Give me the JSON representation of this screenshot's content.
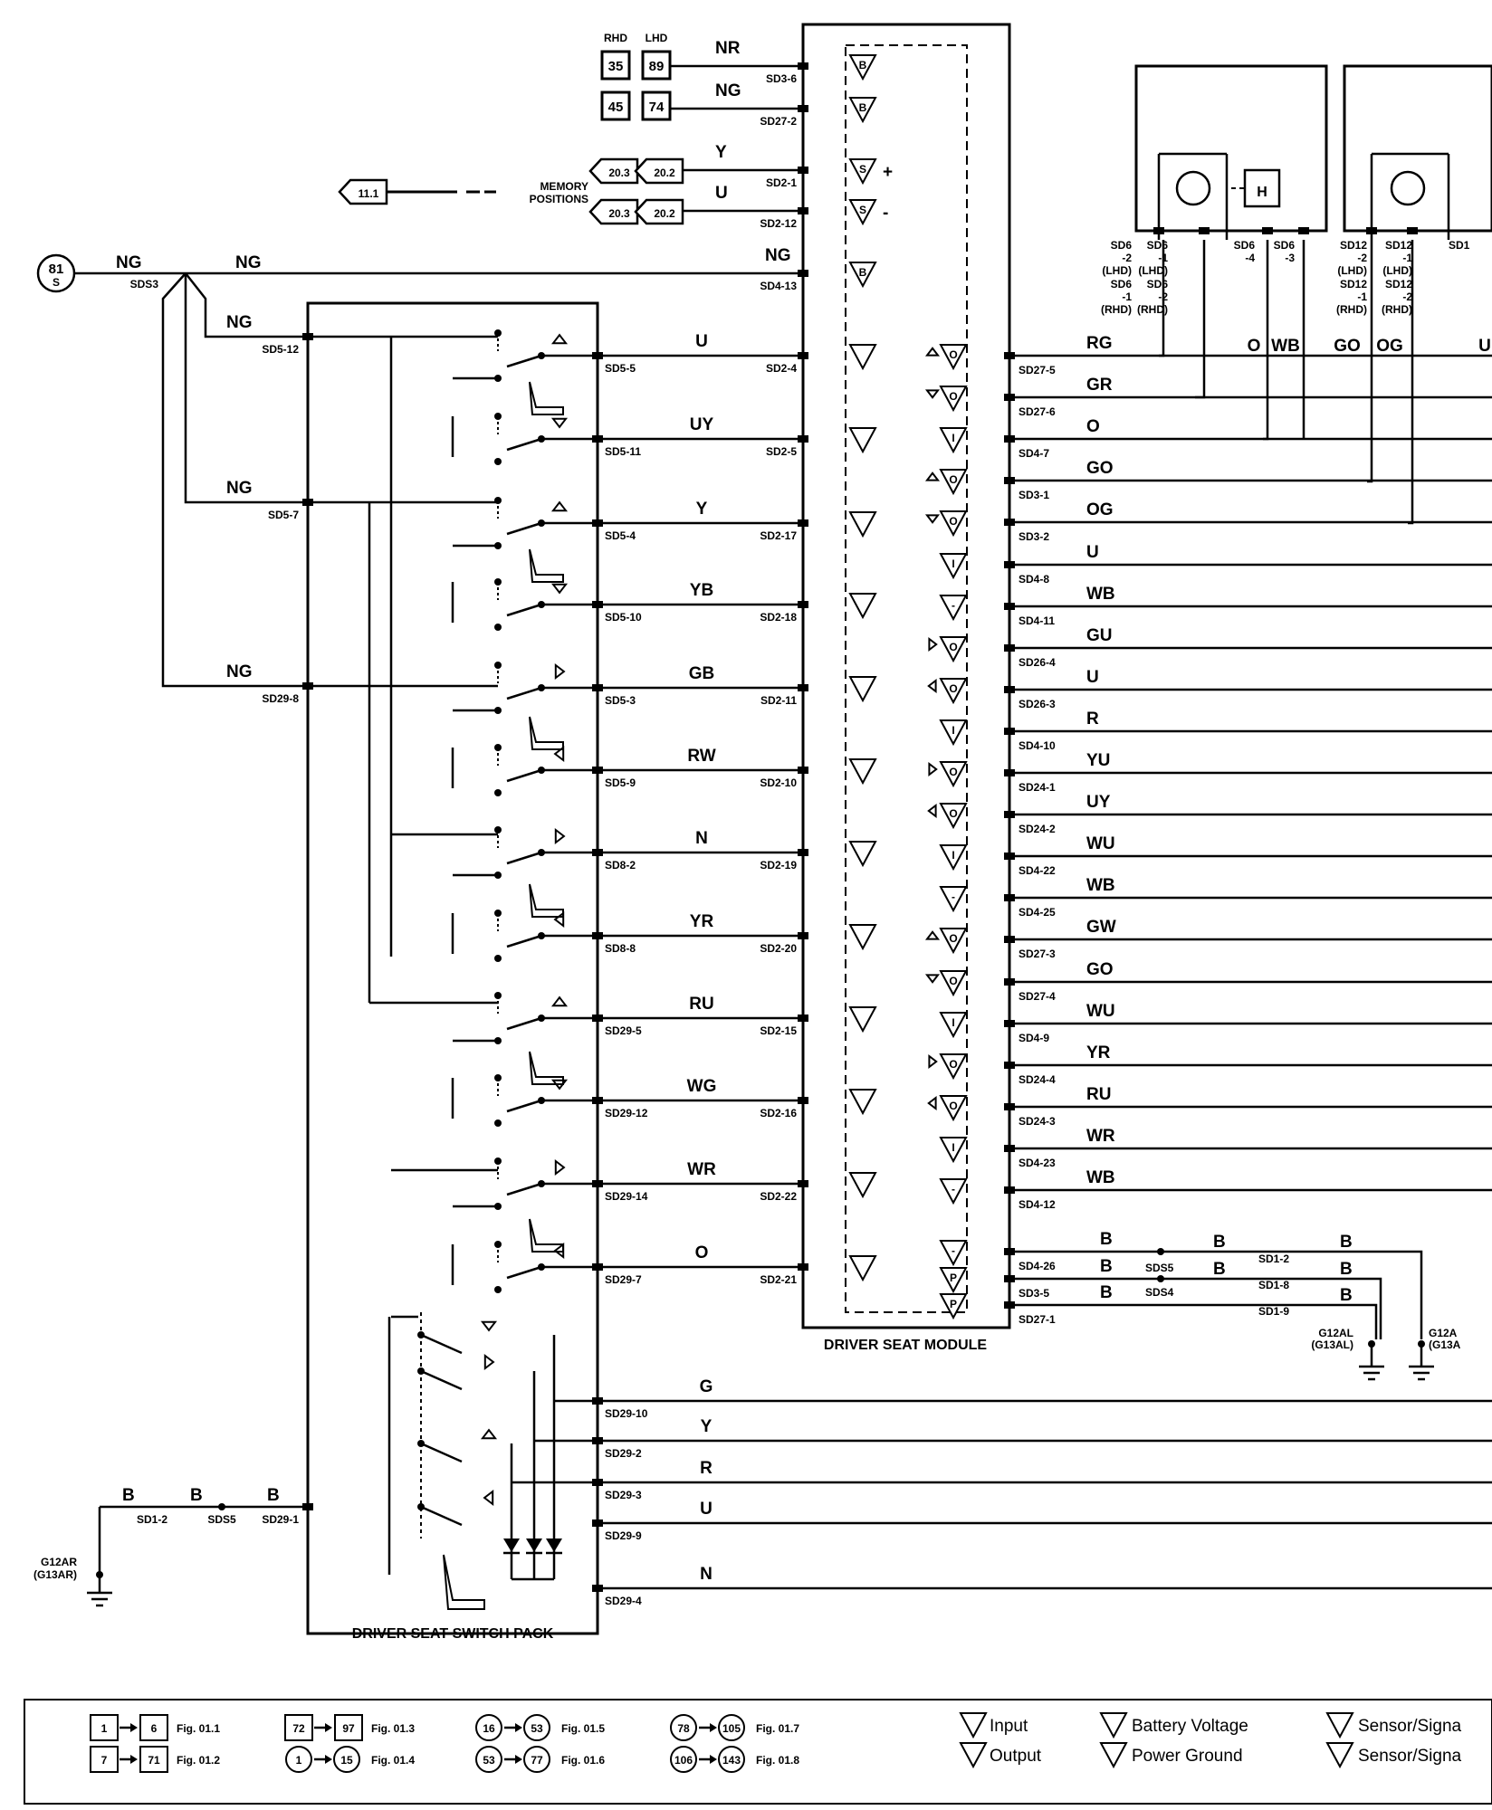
{
  "titles": {
    "module": "DRIVER SEAT MODULE",
    "switch_pack": "DRIVER SEAT SWITCH PACK",
    "memory_1": "MEMORY",
    "memory_2": "POSITIONS"
  },
  "refs": {
    "rhd": "RHD",
    "lhd": "LHD",
    "r35": "35",
    "r89": "89",
    "r45": "45",
    "r74": "74",
    "m203a": "20.3",
    "m202a": "20.2",
    "m203b": "20.3",
    "m202b": "20.2",
    "ref111": "11.1",
    "sp81": "81",
    "sp81_sub": "S"
  },
  "top_wires": [
    {
      "color": "NR",
      "pin": "SD3-6",
      "sym": "B"
    },
    {
      "color": "NG",
      "pin": "SD27-2",
      "sym": "B"
    },
    {
      "color": "Y",
      "pin": "SD2-1",
      "sym": "S",
      "sign": "+"
    },
    {
      "color": "U",
      "pin": "SD2-12",
      "sym": "S",
      "sign": "-"
    },
    {
      "color": "NG",
      "pin": "SD4-13",
      "sym": "B"
    }
  ],
  "left_feed": {
    "color1": "NG",
    "color2": "NG",
    "splice": "SDS3"
  },
  "switch_feeds": [
    {
      "color": "NG",
      "pin": "SD5-12"
    },
    {
      "color": "NG",
      "pin": "SD5-7"
    },
    {
      "color": "NG",
      "pin": "SD29-8"
    }
  ],
  "switch_lines": [
    {
      "pin": "SD5-5",
      "color": "U",
      "module_pin": "SD2-4"
    },
    {
      "pin": "SD5-11",
      "color": "UY",
      "module_pin": "SD2-5"
    },
    {
      "pin": "SD5-4",
      "color": "Y",
      "module_pin": "SD2-17"
    },
    {
      "pin": "SD5-10",
      "color": "YB",
      "module_pin": "SD2-18"
    },
    {
      "pin": "SD5-3",
      "color": "GB",
      "module_pin": "SD2-11"
    },
    {
      "pin": "SD5-9",
      "color": "RW",
      "module_pin": "SD2-10"
    },
    {
      "pin": "SD8-2",
      "color": "N",
      "module_pin": "SD2-19"
    },
    {
      "pin": "SD8-8",
      "color": "YR",
      "module_pin": "SD2-20"
    },
    {
      "pin": "SD29-5",
      "color": "RU",
      "module_pin": "SD2-15"
    },
    {
      "pin": "SD29-12",
      "color": "WG",
      "module_pin": "SD2-16"
    },
    {
      "pin": "SD29-14",
      "color": "WR",
      "module_pin": "SD2-22"
    },
    {
      "pin": "SD29-7",
      "color": "O",
      "module_pin": "SD2-21"
    }
  ],
  "right_pins": [
    {
      "color": "RG",
      "pin": "SD27-5",
      "sym": "O",
      "arrow": "up"
    },
    {
      "color": "GR",
      "pin": "SD27-6",
      "sym": "O",
      "arrow": "down"
    },
    {
      "color": "O",
      "pin": "SD4-7",
      "sym": "I",
      "arrow": ""
    },
    {
      "color": "GO",
      "pin": "SD3-1",
      "sym": "O",
      "arrow": "up"
    },
    {
      "color": "OG",
      "pin": "SD3-2",
      "sym": "O",
      "arrow": "down"
    },
    {
      "color": "U",
      "pin": "SD4-8",
      "sym": "I",
      "arrow": ""
    },
    {
      "color": "WB",
      "pin": "SD4-11",
      "sym": "-",
      "arrow": ""
    },
    {
      "color": "GU",
      "pin": "SD26-4",
      "sym": "O",
      "arrow": "right"
    },
    {
      "color": "U",
      "pin": "SD26-3",
      "sym": "O",
      "arrow": "left"
    },
    {
      "color": "R",
      "pin": "SD4-10",
      "sym": "I",
      "arrow": ""
    },
    {
      "color": "YU",
      "pin": "SD24-1",
      "sym": "O",
      "arrow": "right"
    },
    {
      "color": "UY",
      "pin": "SD24-2",
      "sym": "O",
      "arrow": "left"
    },
    {
      "color": "WU",
      "pin": "SD4-22",
      "sym": "I",
      "arrow": ""
    },
    {
      "color": "WB",
      "pin": "SD4-25",
      "sym": "-",
      "arrow": ""
    },
    {
      "color": "GW",
      "pin": "SD27-3",
      "sym": "O",
      "arrow": "up"
    },
    {
      "color": "GO",
      "pin": "SD27-4",
      "sym": "O",
      "arrow": "down"
    },
    {
      "color": "WU",
      "pin": "SD4-9",
      "sym": "I",
      "arrow": ""
    },
    {
      "color": "YR",
      "pin": "SD24-4",
      "sym": "O",
      "arrow": "right"
    },
    {
      "color": "RU",
      "pin": "SD24-3",
      "sym": "O",
      "arrow": "left"
    },
    {
      "color": "WR",
      "pin": "SD4-23",
      "sym": "I",
      "arrow": ""
    },
    {
      "color": "WB",
      "pin": "SD4-12",
      "sym": "-",
      "arrow": ""
    }
  ],
  "ground_pins": [
    {
      "color": "B",
      "pin": "SD4-26",
      "sym": "-"
    },
    {
      "color": "B",
      "pin": "SD3-5",
      "sym": "P"
    },
    {
      "color": "B",
      "pin": "SD27-1",
      "sym": "P"
    }
  ],
  "ground_right": {
    "c1": "B",
    "c2": "B",
    "c3": "B",
    "c4": "B",
    "c5": "B",
    "splice1": "SDS5",
    "splice2": "SDS4",
    "pin1": "SD1-2",
    "pin2": "SD1-8",
    "pin3": "SD1-9",
    "g1": "G12AL",
    "g1b": "(G13AL)",
    "g2": "G12A",
    "g2b": "(G13A"
  },
  "motor_box1": {
    "pin1": "SD6",
    "pin1b": "-2",
    "pin1c": "(LHD)",
    "pin1d": "SD6",
    "pin1e": "-1",
    "pin1f": "(RHD)",
    "pin2": "SD6",
    "pin2b": "-1",
    "pin2c": "(LHD)",
    "pin2d": "SD6",
    "pin2e": "-2",
    "pin2f": "(RHD)",
    "pin3": "SD6",
    "pin3b": "-4",
    "pin4": "SD6",
    "pin4b": "-3",
    "w3": "O",
    "w4": "WB",
    "hall": "H"
  },
  "motor_box2": {
    "pin1": "SD12",
    "pin1b": "-2",
    "pin1c": "(LHD)",
    "pin1d": "SD12",
    "pin1e": "-1",
    "pin1f": "(RHD)",
    "pin2": "SD12",
    "pin2b": "-1",
    "pin2c": "(LHD)",
    "pin2d": "SD12",
    "pin2e": "-2",
    "pin2f": "(RHD)",
    "pin3": "SD1",
    "w1": "GO",
    "w2": "OG",
    "w3": "U"
  },
  "bottom_lines": [
    {
      "pin": "SD29-10",
      "color": "G"
    },
    {
      "pin": "SD29-2",
      "color": "Y"
    },
    {
      "pin": "SD29-3",
      "color": "R"
    },
    {
      "pin": "SD29-9",
      "color": "U"
    },
    {
      "pin": "SD29-4",
      "color": "N"
    }
  ],
  "left_ground": {
    "pin_main": "SD29-1",
    "c1": "B",
    "c2": "B",
    "c3": "B",
    "pin": "SD1-2",
    "splice": "SDS5",
    "g": "G12AR",
    "gb": "(G13AR)"
  },
  "legend": {
    "a1": "1",
    "a2": "6",
    "a_fig": "Fig. 01.1",
    "b1": "7",
    "b2": "71",
    "b_fig": "Fig. 01.2",
    "c1": "72",
    "c2": "97",
    "c_fig": "Fig. 01.3",
    "d1": "1",
    "d2": "15",
    "d_fig": "Fig. 01.4",
    "e1": "16",
    "e2": "53",
    "e_fig": "Fig. 01.5",
    "f1": "53",
    "f2": "77",
    "f_fig": "Fig. 01.6",
    "g1": "78",
    "g2": "105",
    "g_fig": "Fig. 01.7",
    "h1": "106",
    "h2": "143",
    "h_fig": "Fig. 01.8",
    "input": "Input",
    "output": "Output",
    "battery": "Battery Voltage",
    "power_ground": "Power Ground",
    "sensor_pos": "Sensor/Signa",
    "sensor_neg": "Sensor/Signa"
  }
}
